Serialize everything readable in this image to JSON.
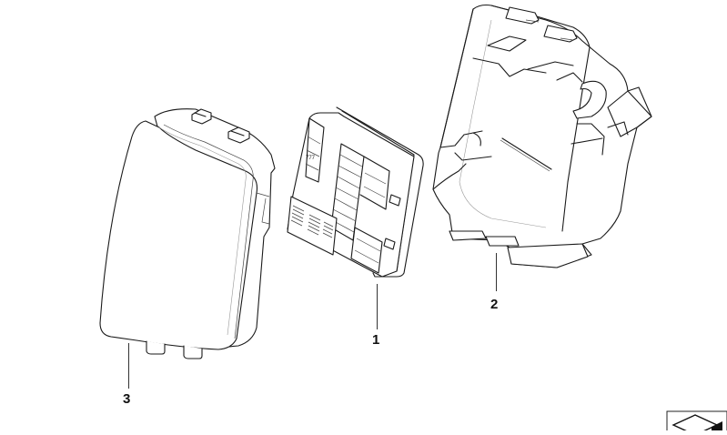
{
  "diagram": {
    "type": "exploded-parts-view",
    "parts": [
      {
        "number": "1",
        "description": "fuse/relay module (electronics box)"
      },
      {
        "number": "2",
        "description": "housing bracket / holder"
      },
      {
        "number": "3",
        "description": "cover"
      }
    ],
    "callouts": {
      "part_1": "1",
      "part_2": "2",
      "part_3": "3"
    },
    "nav_icon": "next-page-arrow-icon",
    "colors": {
      "background": "#ffffff",
      "line": "#1a1a1a"
    }
  }
}
